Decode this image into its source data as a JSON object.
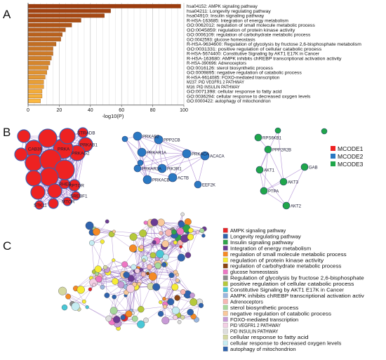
{
  "panels": {
    "a": "A",
    "b": "B",
    "c": "C"
  },
  "chart_data": [
    {
      "type": "bar",
      "orientation": "horizontal",
      "categories": [
        "hsa04152: AMPK signaling pathway",
        "hsa04211: Longevity regulating pathway",
        "hsa04910: Insulin signaling pathway",
        "R-HSA-163685: Integration of energy metabolism",
        "GO:0062012: regulation of small molecule metabolic process",
        "GO:0045859: regulation of protein kinase activity",
        "GO:0006109: regulation of carbohydrate metabolic process",
        "GO:0042593: glucose homeostasis",
        "R-HSA-9634600: Regulation of glycolysis by fructose 2,6-bisphosphate metabolism",
        "GO:0031331: positive regulation of cellular catabolic process",
        "R-HSA-5674400: Constitutive Signaling by AKT1 E17K in Cancer",
        "R-HSA-163680: AMPK inhibits chREBP transcriptional activation activity",
        "R-HSA-390696: Adrenoceptors",
        "GO:0016126: sterol biosynthetic process",
        "GO:0009895: negative regulation of catabolic process",
        "R-HSA-9614085: FOXO-mediated transcription",
        "M237: PID VEGFR1 2 PATHWAY",
        "M16: PID INSULIN PATHWAY",
        "GO:0071398: cellular response to fatty acid",
        "GO:0036294: cellular response to decreased oxygen levels",
        "GO:0000422: autophagy of mitochondrion"
      ],
      "values": [
        98,
        53,
        49,
        34,
        28,
        24,
        22,
        21,
        18,
        16,
        16,
        15,
        14,
        13,
        12,
        11,
        10,
        10,
        9,
        9,
        8
      ],
      "xlabel": "-log10(P)",
      "xlim": [
        0,
        100
      ],
      "xticks": [
        "0",
        "20",
        "40",
        "60",
        "80",
        "100"
      ],
      "colors": {
        "dark": "#9c3c0e",
        "light": "#fbb840"
      }
    },
    {
      "type": "network",
      "legend": [
        {
          "name": "MCODE1",
          "color": "#ee2222"
        },
        {
          "name": "MCODE2",
          "color": "#2a78c2"
        },
        {
          "name": "MCODE3",
          "color": "#1fa64a"
        }
      ],
      "clusters": [
        {
          "color": "#ee2222",
          "nodes": [
            "STRADB",
            "PRKAB1",
            "PRKAG2",
            "PRKA",
            "CAB39",
            "RPTOR",
            "RHEB",
            "SREBF1",
            "MTOR",
            "STK11"
          ]
        },
        {
          "color": "#2a78c2",
          "nodes": [
            "PRKAB2",
            "PPP2CB",
            "PRKAR1A",
            "PRKACA",
            "ACACA",
            "PRKAR2A",
            "PIK3R1",
            "PRKACB",
            "ACTB",
            "EEF2K"
          ]
        },
        {
          "color": "#1fa64a",
          "nodes": [
            "RPS6KB1",
            "PPP2R2B",
            "AKT1",
            "GAB",
            "AKT3",
            "PTPA",
            "AKT2"
          ]
        }
      ]
    },
    {
      "type": "network",
      "legend": [
        {
          "name": "AMPK signaling pathway",
          "color": "#e8262a"
        },
        {
          "name": "Longevity regulating pathway",
          "color": "#2f63ad"
        },
        {
          "name": "Insulin signaling pathway",
          "color": "#2fa44a"
        },
        {
          "name": "Integration of energy metabolism",
          "color": "#6b3b93"
        },
        {
          "name": "regulation of small molecule metabolic process",
          "color": "#f58a25"
        },
        {
          "name": "regulation of protein kinase activity",
          "color": "#f6ec34"
        },
        {
          "name": "regulation of carbohydrate metabolic process",
          "color": "#8b4513"
        },
        {
          "name": "glucose homeostasis",
          "color": "#ee76c4"
        },
        {
          "name": "Regulation of glycolysis by fructose 2,6-bisphosphate",
          "color": "#8c8c8c"
        },
        {
          "name": "positive regulation of cellular catabolic process",
          "color": "#b6c93a"
        },
        {
          "name": "Constitutive Signaling by AKT1 E17K in Cancer",
          "color": "#49c7d6"
        },
        {
          "name": "AMPK inhibits chREBP transcriptional activation activ",
          "color": "#9ab7e0"
        },
        {
          "name": "Adrenoceptors",
          "color": "#f7b6b2"
        },
        {
          "name": "sterol biosynthetic process",
          "color": "#a7d99b"
        },
        {
          "name": "negative regulation of catabolic process",
          "color": "#f9c89a"
        },
        {
          "name": "FOXO-mediated transcription",
          "color": "#c79ad6"
        },
        {
          "name": "PID VEGFR1 2 PATHWAY",
          "color": "#f4cfe5"
        },
        {
          "name": "PID INSULIN PATHWAY",
          "color": "#dddddd"
        },
        {
          "name": "cellular response to fatty acid",
          "color": "#d4d8a0"
        },
        {
          "name": "cellular response to decreased oxygen levels",
          "color": "#c6ecf2"
        },
        {
          "name": "autophagy of mitochondrion",
          "color": "#2f63ad"
        }
      ]
    }
  ]
}
